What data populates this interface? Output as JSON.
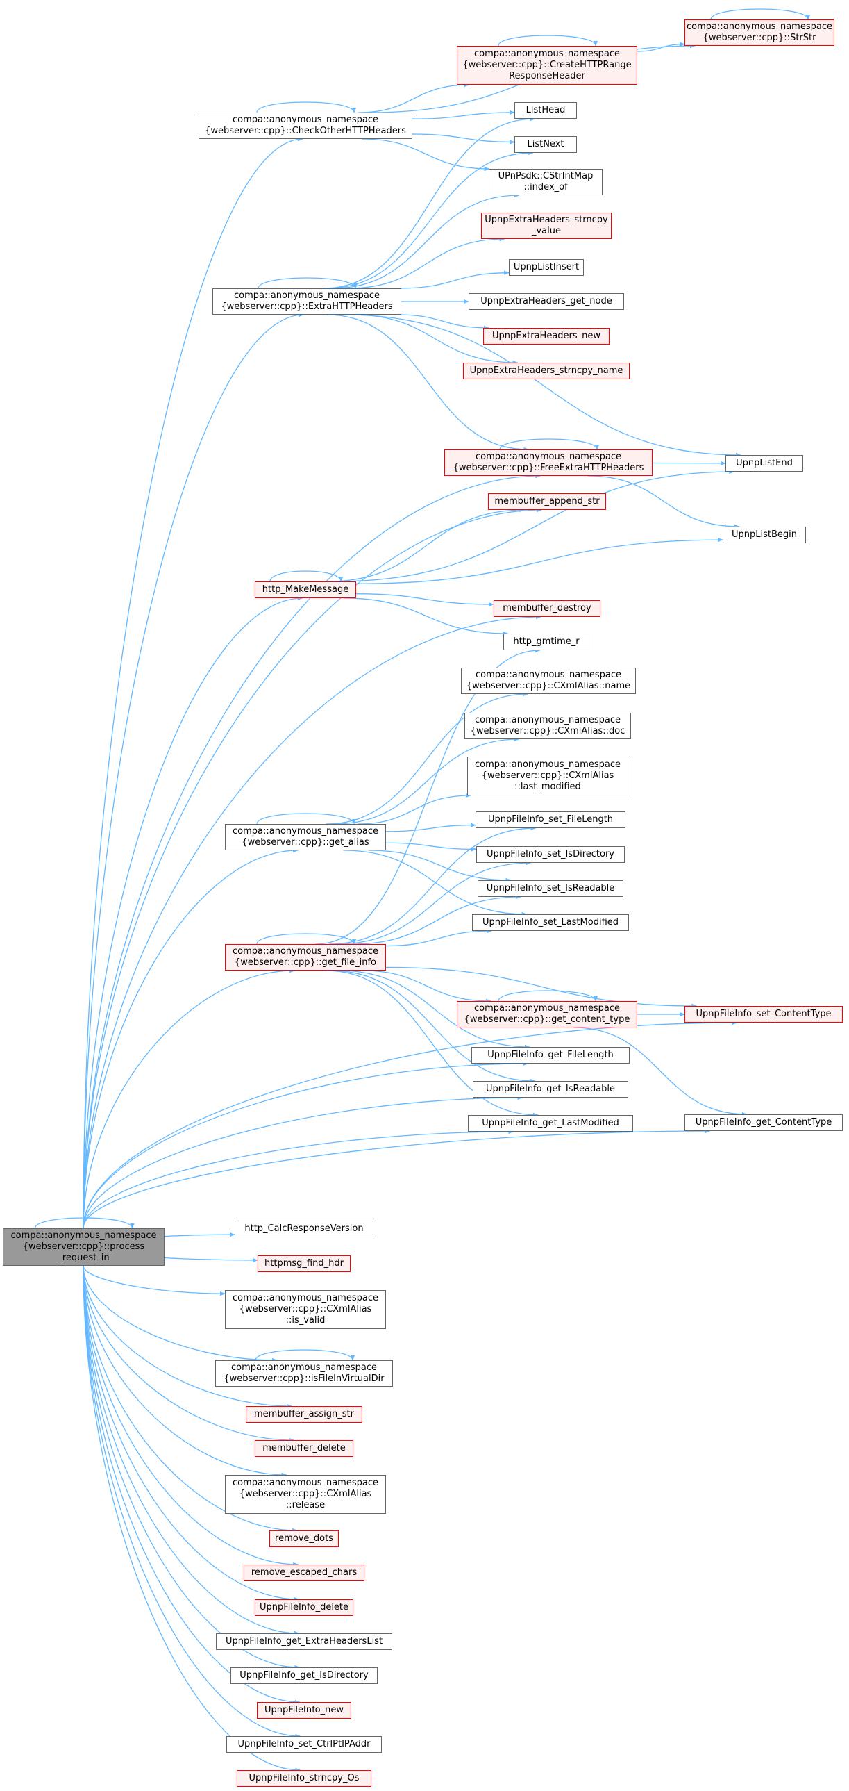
{
  "graph": {
    "edge_color": "#63b8ff",
    "root": "compa::anonymous_namespace\n{webserver::cpp}::process\n_request_in",
    "nodes": {
      "strstr": "compa::anonymous_namespace\n{webserver::cpp}::StrStr",
      "create_range": "compa::anonymous_namespace\n{webserver::cpp}::CreateHTTPRange\nResponseHeader",
      "check_other": "compa::anonymous_namespace\n{webserver::cpp}::CheckOtherHTTPHeaders",
      "list_head": "ListHead",
      "list_next": "ListNext",
      "cstrintmap": "UPnPsdk::CStrIntMap\n::index_of",
      "extra_strncpy_value": "UpnpExtraHeaders_strncpy\n_value",
      "list_insert": "UpnpListInsert",
      "extra_get_node": "UpnpExtraHeaders_get_node",
      "extra_http": "compa::anonymous_namespace\n{webserver::cpp}::ExtraHTTPHeaders",
      "extra_new": "UpnpExtraHeaders_new",
      "extra_strncpy_name": "UpnpExtraHeaders_strncpy_name",
      "free_extra": "compa::anonymous_namespace\n{webserver::cpp}::FreeExtraHTTPHeaders",
      "list_end": "UpnpListEnd",
      "membuffer_append": "membuffer_append_str",
      "list_begin": "UpnpListBegin",
      "http_make": "http_MakeMessage",
      "membuffer_destroy": "membuffer_destroy",
      "http_gmtime": "http_gmtime_r",
      "xml_name": "compa::anonymous_namespace\n{webserver::cpp}::CXmlAlias::name",
      "xml_doc": "compa::anonymous_namespace\n{webserver::cpp}::CXmlAlias::doc",
      "xml_last_modified": "compa::anonymous_namespace\n{webserver::cpp}::CXmlAlias\n::last_modified",
      "get_alias": "compa::anonymous_namespace\n{webserver::cpp}::get_alias",
      "set_file_length": "UpnpFileInfo_set_FileLength",
      "set_is_directory": "UpnpFileInfo_set_IsDirectory",
      "set_is_readable": "UpnpFileInfo_set_IsReadable",
      "set_last_modified": "UpnpFileInfo_set_LastModified",
      "get_file_info": "compa::anonymous_namespace\n{webserver::cpp}::get_file_info",
      "get_content_type": "compa::anonymous_namespace\n{webserver::cpp}::get_content_type",
      "set_content_type": "UpnpFileInfo_set_ContentType",
      "get_file_length": "UpnpFileInfo_get_FileLength",
      "get_is_readable": "UpnpFileInfo_get_IsReadable",
      "get_last_modified": "UpnpFileInfo_get_LastModified",
      "get_content_type_info": "UpnpFileInfo_get_ContentType",
      "calc_response": "http_CalcResponseVersion",
      "httpmsg_find": "httpmsg_find_hdr",
      "xml_is_valid": "compa::anonymous_namespace\n{webserver::cpp}::CXmlAlias\n::is_valid",
      "is_in_virtual_dir": "compa::anonymous_namespace\n{webserver::cpp}::isFileInVirtualDir",
      "membuffer_assign": "membuffer_assign_str",
      "membuffer_delete": "membuffer_delete",
      "xml_release": "compa::anonymous_namespace\n{webserver::cpp}::CXmlAlias\n::release",
      "remove_dots": "remove_dots",
      "remove_escaped": "remove_escaped_chars",
      "file_info_delete": "UpnpFileInfo_delete",
      "get_extra_headers_list": "UpnpFileInfo_get_ExtraHeadersList",
      "get_is_directory": "UpnpFileInfo_get_IsDirectory",
      "file_info_new": "UpnpFileInfo_new",
      "set_ctrl_pt": "UpnpFileInfo_set_CtrlPtIPAddr",
      "strncpy_os": "UpnpFileInfo_strncpy_Os"
    }
  }
}
